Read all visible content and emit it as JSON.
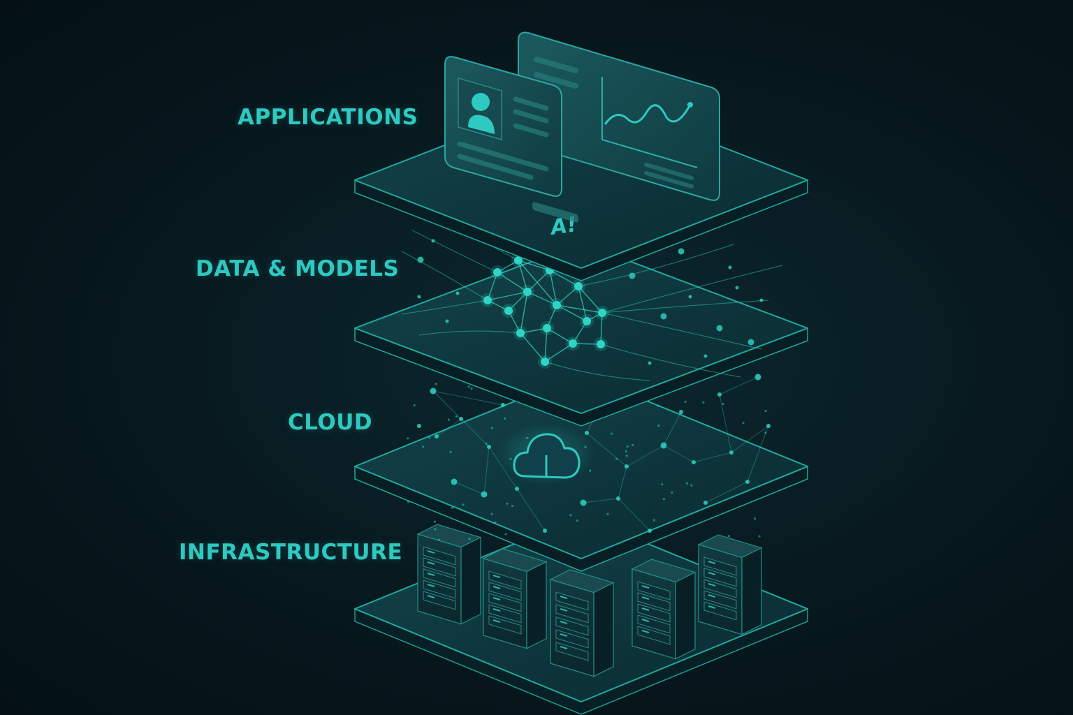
{
  "layers": {
    "applications": "APPLICATIONS",
    "data_models": "DATA & MODELS",
    "cloud": "CLOUD",
    "infrastructure": "INFRASTRUCTURE"
  },
  "platform_mark": "A!",
  "colors": {
    "background": "#061419",
    "accent": "#2ec9c0",
    "platform_fill": "#0d3036",
    "platform_edge": "#1fa89f",
    "node": "#2fd4c4"
  },
  "icons": [
    "user-profile-icon",
    "line-chart-icon",
    "neural-network-icon",
    "cloud-upload-icon",
    "server-rack-icon"
  ]
}
